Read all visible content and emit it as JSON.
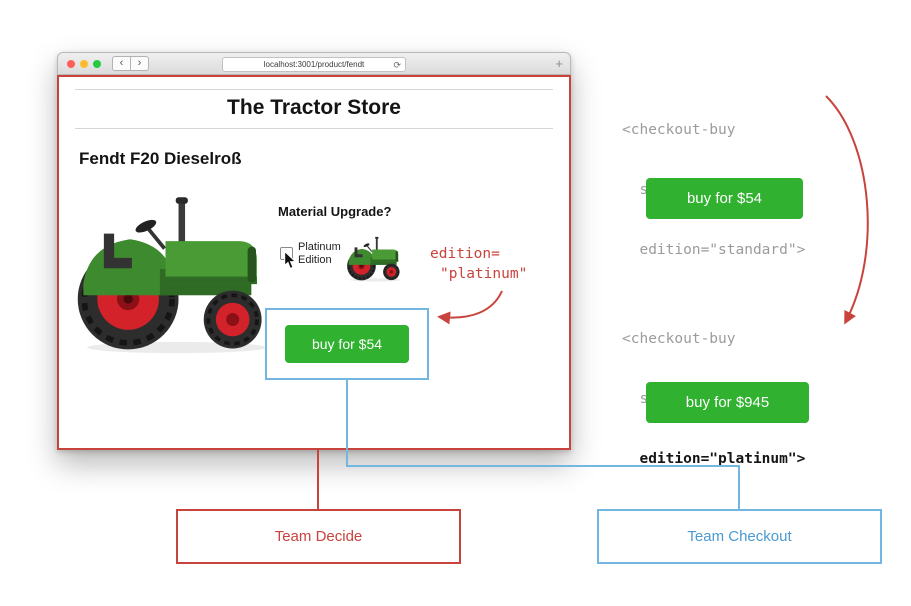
{
  "browser": {
    "url": "localhost:3001/product/fendt"
  },
  "icons": {
    "back": "‹",
    "forward": "›",
    "reload": "⟳",
    "new_tab": "+"
  },
  "page": {
    "store_title": "The Tractor Store",
    "product_name": "Fendt F20 Dieselroß",
    "upgrade_question": "Material Upgrade?",
    "platinum_label_line1": "Platinum",
    "platinum_label_line2": "Edition",
    "buy_button": "buy for $54"
  },
  "annotation": {
    "edition_line1": "edition=",
    "edition_line2": "\"platinum\""
  },
  "code_standard": {
    "line1": "<checkout-buy",
    "line2": "  sku=\"fendt\"",
    "line3": "  edition=\"standard\">",
    "button": "buy for $54"
  },
  "code_platinum": {
    "line1": "<checkout-buy",
    "line2": "  sku=\"fendt\"",
    "line3": "  edition=\"platinum\">",
    "button": "buy for $945"
  },
  "teams": {
    "decide": "Team Decide",
    "checkout": "Team Checkout"
  },
  "colors": {
    "team_decide_red": "#c9433d",
    "team_checkout_blue": "#74b6e2",
    "buy_green": "#30b130",
    "code_gray": "#9b9b9b"
  }
}
